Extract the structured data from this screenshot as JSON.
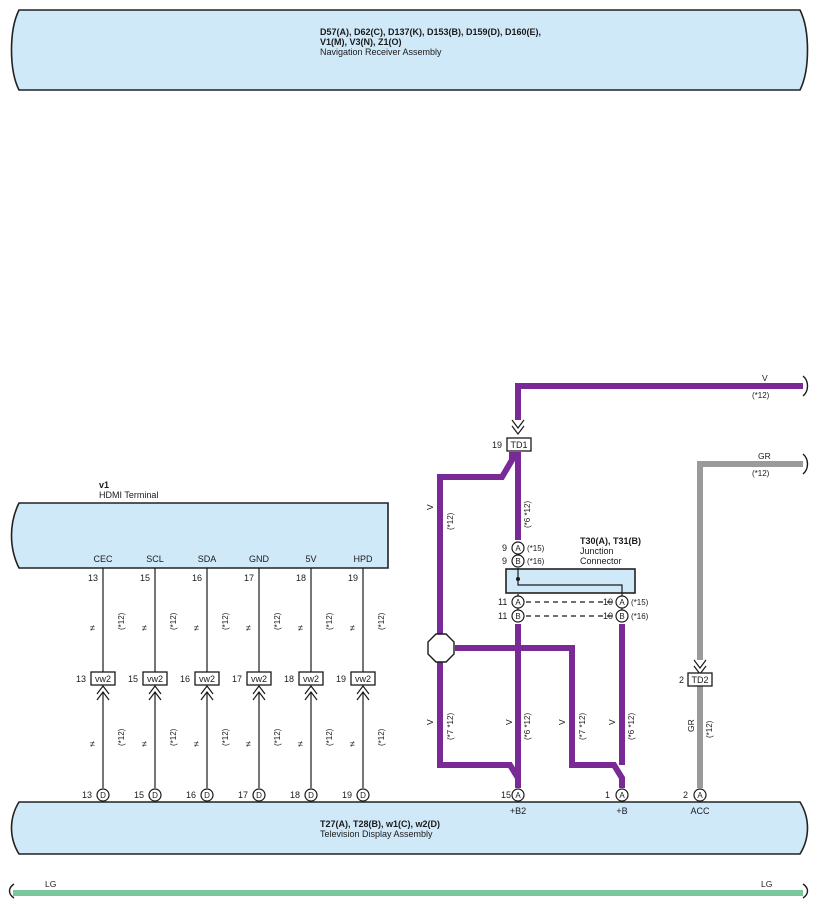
{
  "nav_receiver": {
    "connectors": "D57(A), D62(C), D137(K), D153(B), D159(D), D160(E),",
    "connectors_2": "V1(M), V3(N), Z1(O)",
    "name": "Navigation Receiver Assembly"
  },
  "hdmi": {
    "id": "v1",
    "name": "HDMI Terminal",
    "pins": [
      {
        "label": "CEC",
        "pin": "13",
        "conn": "vw2",
        "tv_pin": "13",
        "tv_letter": "D",
        "note": "(*12)",
        "sym": "≠"
      },
      {
        "label": "SCL",
        "pin": "15",
        "conn": "vw2",
        "tv_pin": "15",
        "tv_letter": "D",
        "note": "(*12)",
        "sym": "≠"
      },
      {
        "label": "SDA",
        "pin": "16",
        "conn": "vw2",
        "tv_pin": "16",
        "tv_letter": "D",
        "note": "(*12)",
        "sym": "≠"
      },
      {
        "label": "GND",
        "pin": "17",
        "conn": "vw2",
        "tv_pin": "17",
        "tv_letter": "D",
        "note": "(*12)",
        "sym": "≠"
      },
      {
        "label": "5V",
        "pin": "18",
        "conn": "vw2",
        "tv_pin": "18",
        "tv_letter": "D",
        "note": "(*12)",
        "sym": "≠"
      },
      {
        "label": "HPD",
        "pin": "19",
        "conn": "vw2",
        "tv_pin": "19",
        "tv_letter": "D",
        "note": "(*12)",
        "sym": "≠"
      }
    ]
  },
  "tv": {
    "connectors": "T27(A), T28(B), w1(C), w2(D)",
    "name": "Television Display Assembly",
    "b2": {
      "pin": "15",
      "letter": "A",
      "label": "+B2"
    },
    "b": {
      "pin": "1",
      "letter": "A",
      "label": "+B"
    },
    "acc": {
      "pin": "2",
      "letter": "A",
      "label": "ACC"
    }
  },
  "junction": {
    "connectors": "T30(A), T31(B)",
    "name_1": "Junction",
    "name_2": "Connector",
    "top": [
      {
        "pin": "9",
        "letter": "A",
        "note": "(*15)"
      },
      {
        "pin": "9",
        "letter": "B",
        "note": "(*16)"
      }
    ],
    "left": [
      {
        "pin": "11",
        "letter": "A"
      },
      {
        "pin": "11",
        "letter": "B"
      }
    ],
    "right": [
      {
        "pin": "10",
        "letter": "A",
        "note": "(*15)"
      },
      {
        "pin": "10",
        "letter": "B",
        "note": "(*16)"
      }
    ]
  },
  "td1": {
    "pin": "19",
    "name": "TD1"
  },
  "td2": {
    "pin": "2",
    "name": "TD2"
  },
  "wires": {
    "v": "V",
    "gr": "GR",
    "lg": "LG",
    "note12": "(*12)",
    "note7": "(*7 *12)",
    "note6": "(*6 *12)"
  },
  "colors": {
    "violet": "#7a2a96",
    "gray": "#9a9a9a",
    "light_green": "#79c79a",
    "box_fill": "#cfe9f8"
  }
}
